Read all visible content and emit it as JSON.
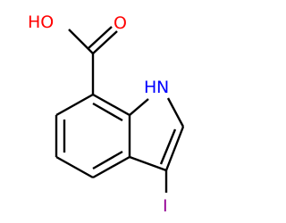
{
  "molecule": {
    "atoms": {
      "hydroxyl_label": {
        "text": "HO",
        "color": "#ff0000"
      },
      "carbonyl_oxygen_label": {
        "text": "O",
        "color": "#ff0000"
      },
      "nitrogen_label": {
        "text": "H N",
        "text_h": "H",
        "text_n": "N",
        "color": "#0000ff"
      },
      "iodine_label": {
        "text": "I",
        "color": "#940094"
      }
    },
    "bond_color": "#000000"
  }
}
